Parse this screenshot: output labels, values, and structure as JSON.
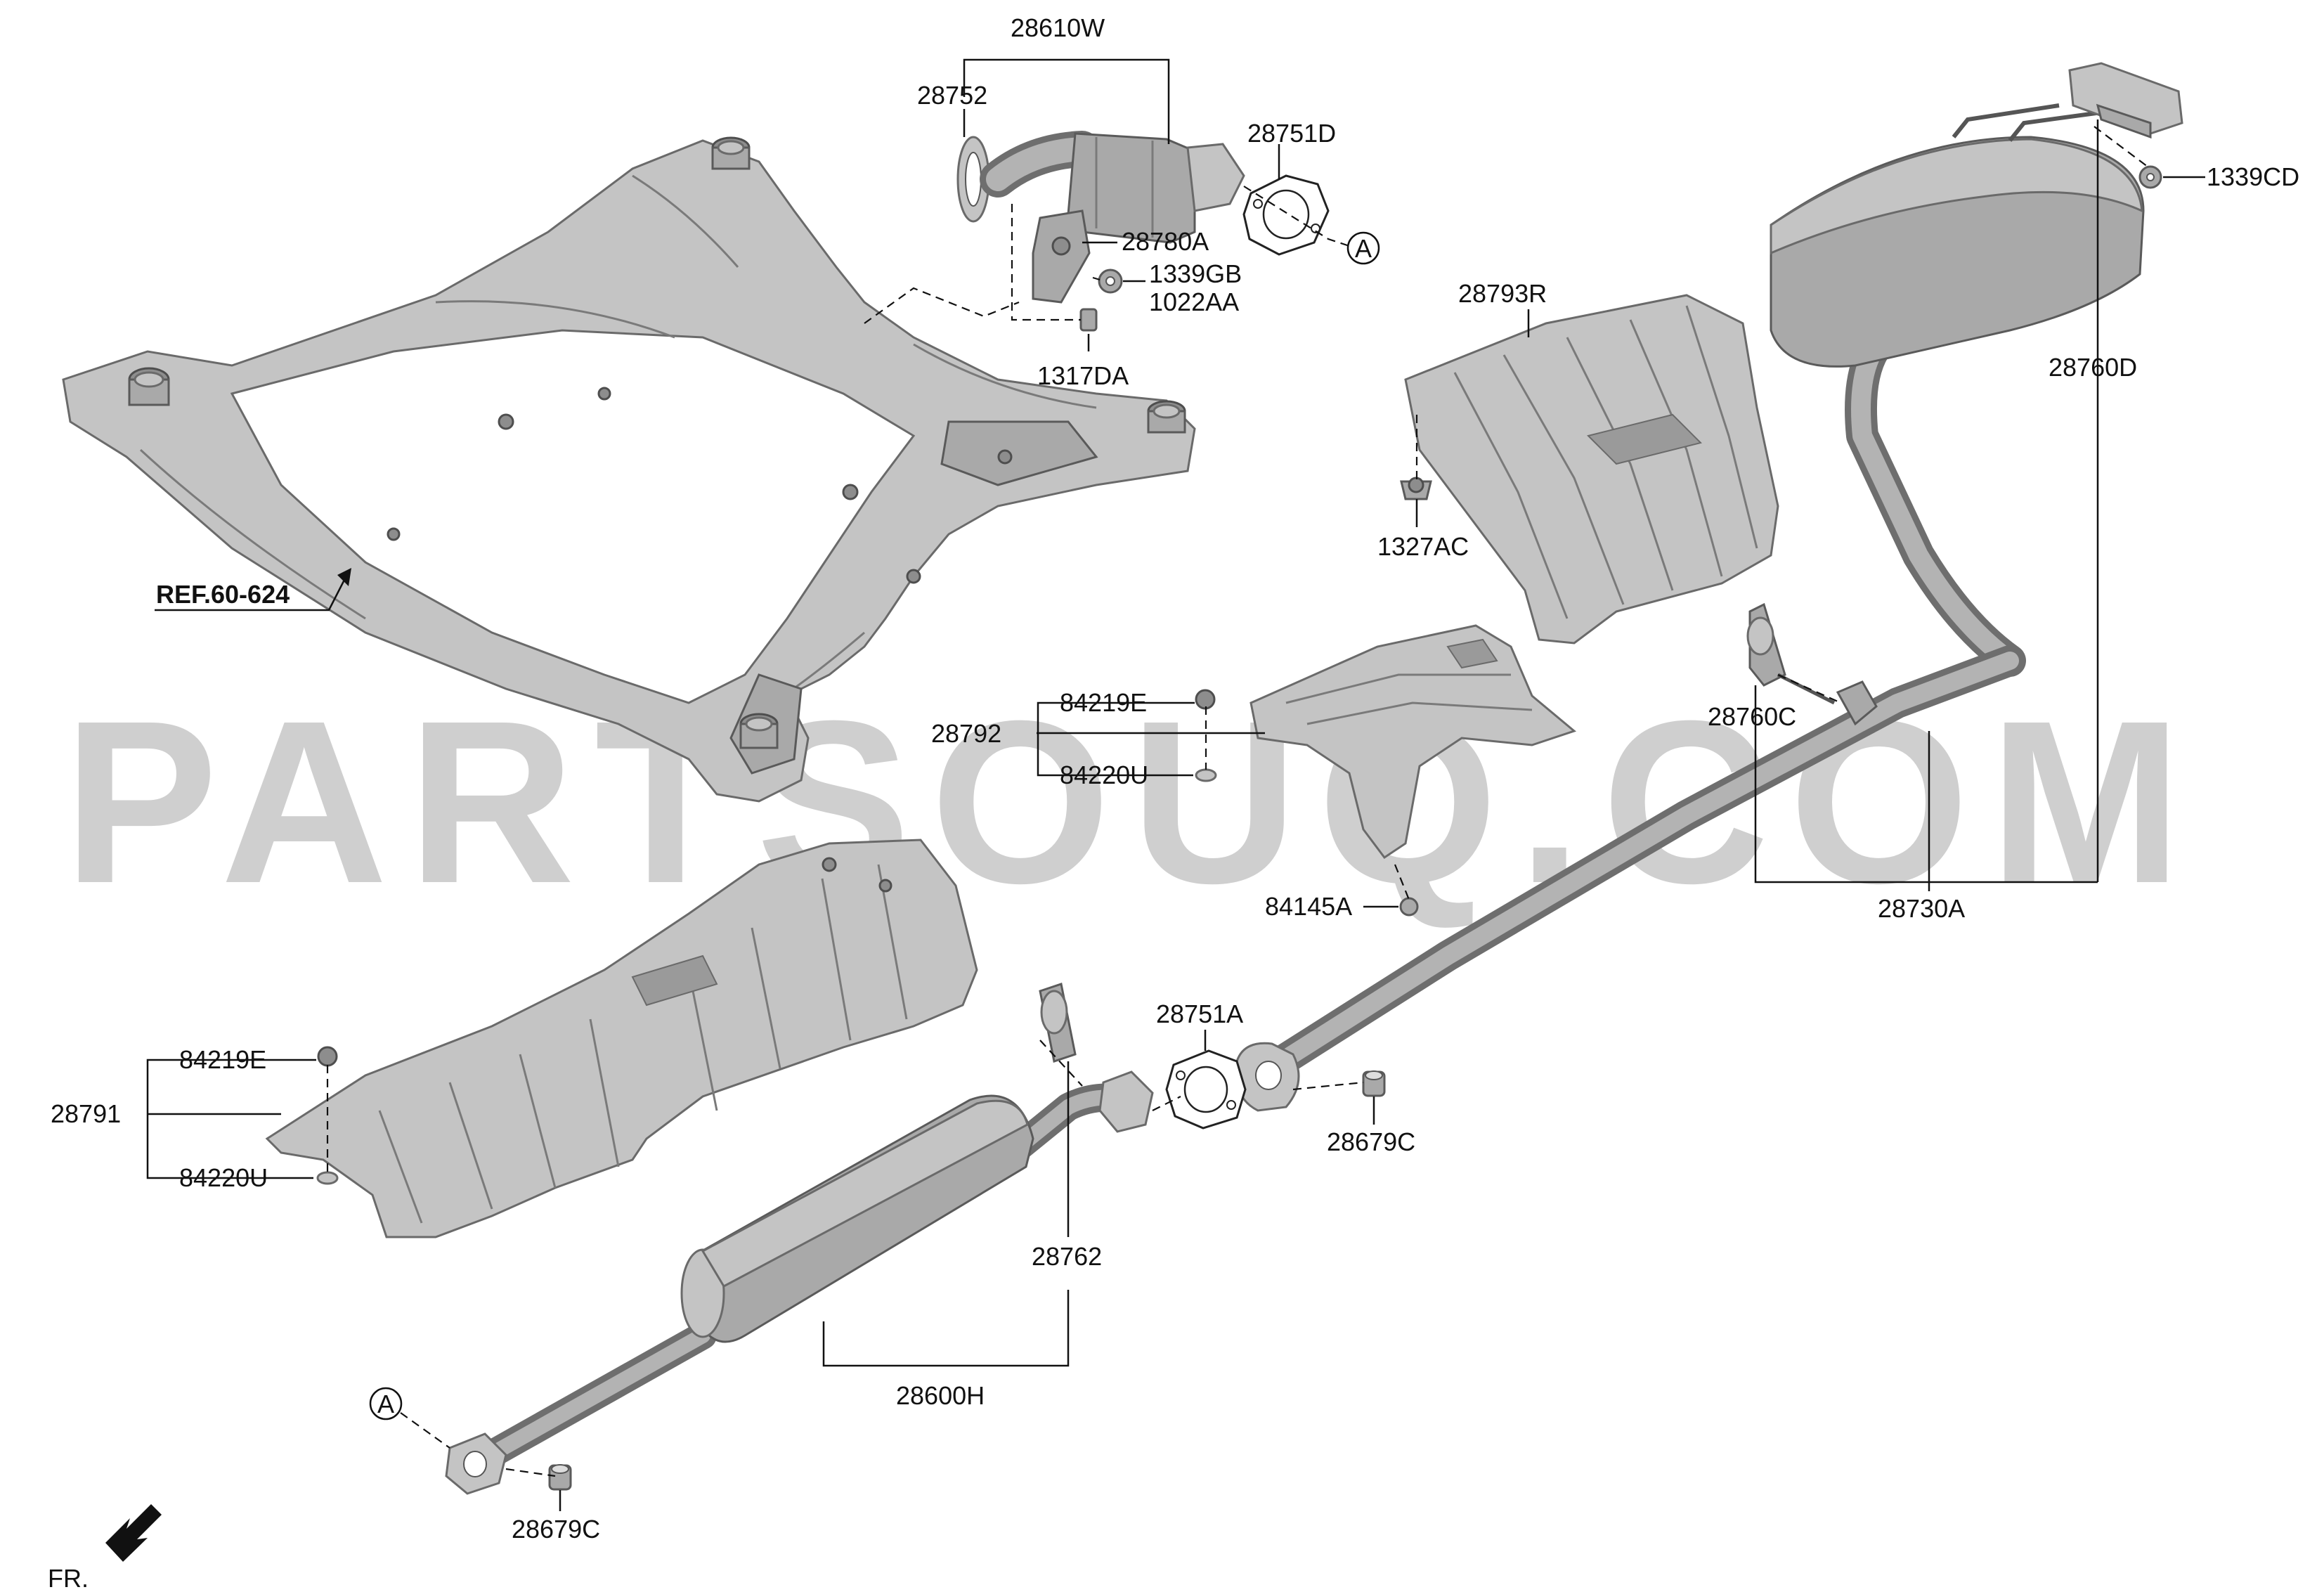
{
  "diagram": {
    "watermark": "PARTSOUQ.COM",
    "reference": "REF.60-624",
    "front_indicator": "FR.",
    "connector_mark": "A",
    "labels": {
      "p28610W": "28610W",
      "p28752": "28752",
      "p28751D": "28751D",
      "p28780A": "28780A",
      "p1339GB": "1339GB",
      "p1022AA": "1022AA",
      "p1317DA": "1317DA",
      "p1339CD": "1339CD",
      "p28760D": "28760D",
      "p28793R": "28793R",
      "p1327AC": "1327AC",
      "p84219E_top": "84219E",
      "p28792": "28792",
      "p84220U_top": "84220U",
      "p84145A": "84145A",
      "p28760C": "28760C",
      "p28730A": "28730A",
      "p28751A": "28751A",
      "p28679C_right": "28679C",
      "p84219E_left": "84219E",
      "p28791": "28791",
      "p84220U_left": "84220U",
      "p28762": "28762",
      "p28600H": "28600H",
      "p28679C_bottom": "28679C"
    }
  }
}
